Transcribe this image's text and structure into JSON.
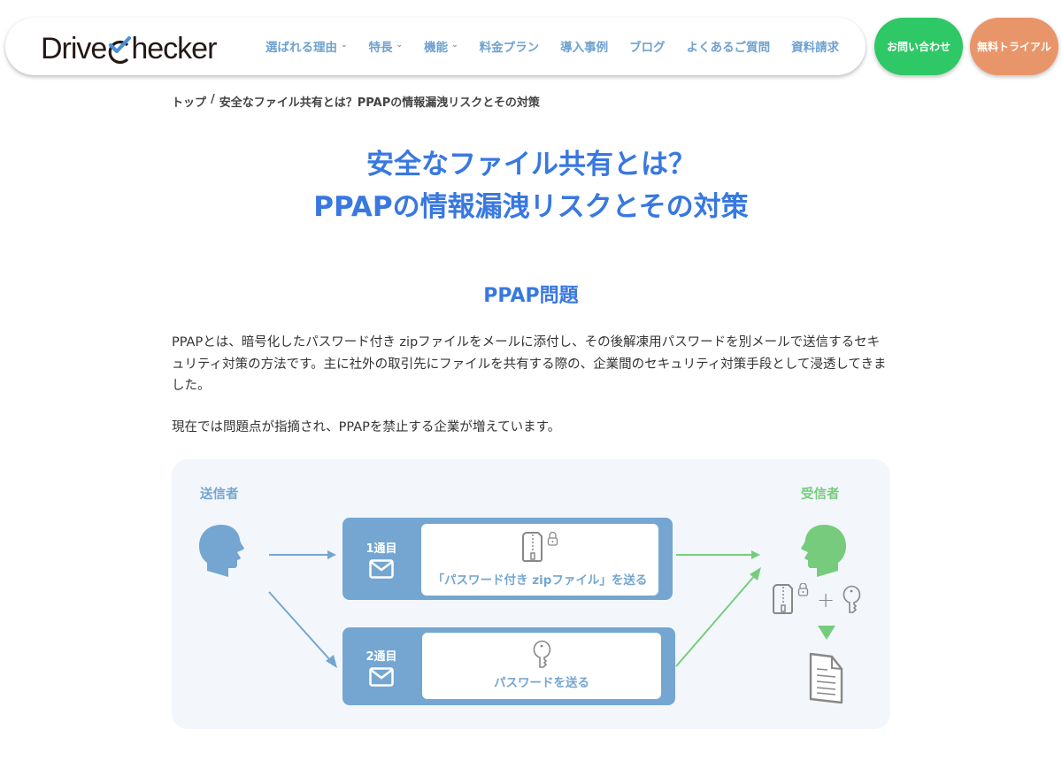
{
  "header": {
    "logo": {
      "text_before": "Drive",
      "text_after": "hecker",
      "brand_color": "#231815",
      "check_color": "#4a90d9"
    },
    "nav": [
      {
        "label": "選ばれる理由",
        "has_dropdown": true
      },
      {
        "label": "特長",
        "has_dropdown": true
      },
      {
        "label": "機能",
        "has_dropdown": true
      },
      {
        "label": "料金プラン",
        "has_dropdown": false
      },
      {
        "label": "導入事例",
        "has_dropdown": false
      },
      {
        "label": "ブログ",
        "has_dropdown": false
      },
      {
        "label": "よくあるご質問",
        "has_dropdown": false
      },
      {
        "label": "資料請求",
        "has_dropdown": false
      }
    ],
    "chevron": "⌄",
    "cta_contact": {
      "label": "お問い合わせ",
      "color": "#2ec866"
    },
    "cta_trial": {
      "label": "無料トライアル",
      "color": "#e9956a"
    }
  },
  "breadcrumb": {
    "home": "トップ",
    "separator": "/",
    "current": "安全なファイル共有とは？PPAPの情報漏洩リスクとその対策"
  },
  "page_title": {
    "line1": "安全なファイル共有とは？",
    "line2": "PPAPの情報漏洩リスクとその対策",
    "color": "#3878e0"
  },
  "section": {
    "title": "PPAP問題",
    "paragraph1": "PPAPとは、暗号化したパスワード付き zipファイルをメールに添付し、その後解凍用パスワードを別メールで送信するセキュリティ対策の方法です。主に社外の取引先にファイルを共有する際の、企業間のセキュリティ対策手段として浸透してきました。",
    "paragraph2": "現在では問題点が指摘され、PPAPを禁止する企業が増えています。"
  },
  "diagram": {
    "sender_label": "送信者",
    "receiver_label": "受信者",
    "sender_color": "#74a6d1",
    "receiver_color": "#76cc7c",
    "mails": [
      {
        "number_label": "1通目",
        "caption": "「パスワード付き zipファイル」を送る",
        "icon": "zip-file-lock-icon"
      },
      {
        "number_label": "2通目",
        "caption": "パスワードを送る",
        "icon": "key-icon"
      }
    ],
    "plus_sign": "+"
  }
}
